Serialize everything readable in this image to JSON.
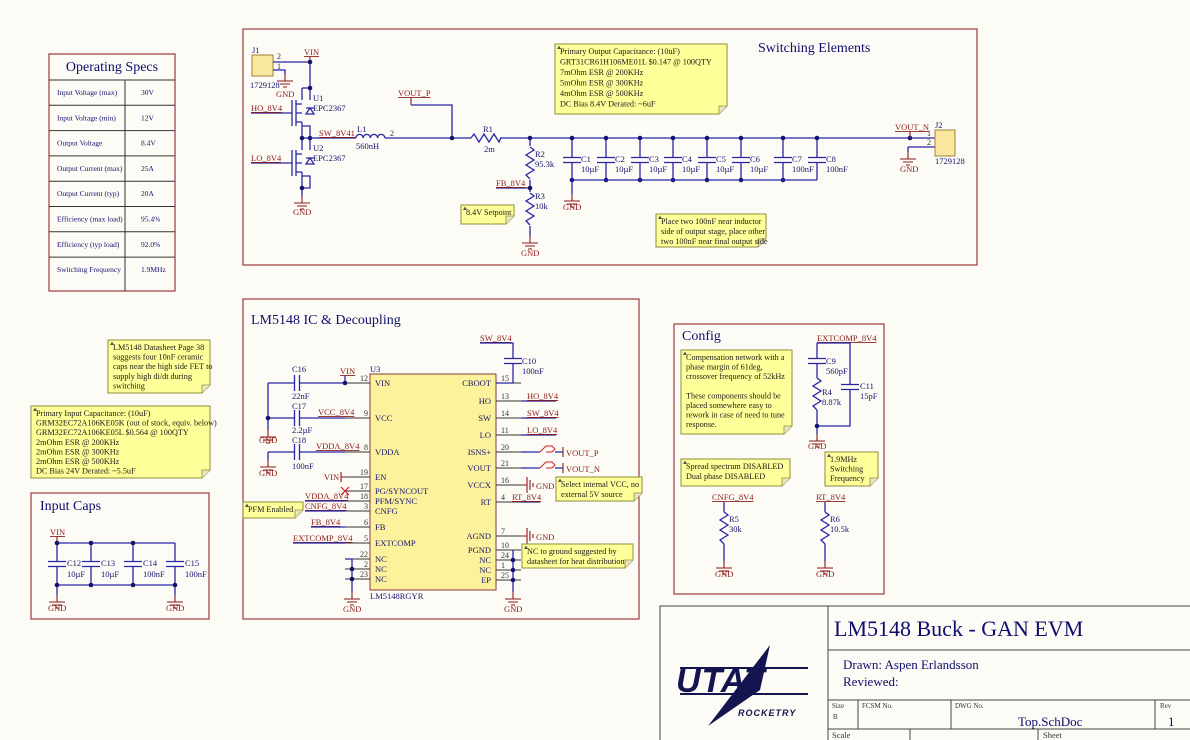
{
  "colors": {
    "wire": "#2727a8",
    "net_label": "#8b1a1a",
    "section_border": "#9b3b3b",
    "note_fill": "#ffff99",
    "text": "#141470",
    "background": "#fdfbf5"
  },
  "labels": {
    "gnd": "GND"
  },
  "nets": {
    "vin": "VIN",
    "ho": "HO_8V4",
    "lo": "LO_8V4",
    "sw1": "SW_8V41",
    "sw": "SW_8V4",
    "vout_p": "VOUT_P",
    "vout_n": "VOUT_N",
    "fb": "FB_8V4",
    "vcc": "VCC_8V4",
    "vdda": "VDDA_8V4",
    "cnfg": "CNFG_8V4",
    "extcomp": "EXTCOMP_8V4",
    "rt": "RT_8V4"
  },
  "specs": {
    "title": "Operating Specs",
    "rows": [
      {
        "label": "Input Voltage (max)",
        "value": "30V"
      },
      {
        "label": "Input Voltage (min)",
        "value": "12V"
      },
      {
        "label": "Output Voltage",
        "value": "8.4V"
      },
      {
        "label": "Output Current (max)",
        "value": "25A"
      },
      {
        "label": "Output Current (typ)",
        "value": "20A"
      },
      {
        "label": "Efficiency (max load)",
        "value": "95.4%"
      },
      {
        "label": "Efficiency (typ load)",
        "value": "92.0%"
      },
      {
        "label": "Switching Frequency",
        "value": "1.9MHz"
      }
    ]
  },
  "sections": {
    "switching": "Switching Elements",
    "ic": "LM5148 IC & Decoupling",
    "input": "Input Caps",
    "config": "Config"
  },
  "components": {
    "J1": {
      "ref": "J1",
      "value": "1729128",
      "pins": [
        "2",
        "1"
      ]
    },
    "J2": {
      "ref": "J2",
      "value": "1729128",
      "pins": [
        "1",
        "2"
      ]
    },
    "U1": {
      "ref": "U1",
      "value": "EPC2367"
    },
    "U2": {
      "ref": "U2",
      "value": "EPC2367"
    },
    "L1": {
      "ref": "L1",
      "value": "560nH",
      "pin": "2"
    },
    "R1": {
      "ref": "R1",
      "value": "2m"
    },
    "R2": {
      "ref": "R2",
      "value": "95.3k"
    },
    "R3": {
      "ref": "R3",
      "value": "10k"
    },
    "C1": {
      "ref": "C1",
      "value": "10µF"
    },
    "C2": {
      "ref": "C2",
      "value": "10µF"
    },
    "C3": {
      "ref": "C3",
      "value": "10µF"
    },
    "C4": {
      "ref": "C4",
      "value": "10µF"
    },
    "C5": {
      "ref": "C5",
      "value": "10µF"
    },
    "C6": {
      "ref": "C6",
      "value": "10µF"
    },
    "C7": {
      "ref": "C7",
      "value": "100nF"
    },
    "C8": {
      "ref": "C8",
      "value": "100nF"
    },
    "C10": {
      "ref": "C10",
      "value": "100nF"
    },
    "C16": {
      "ref": "C16",
      "value": "22nF"
    },
    "C17": {
      "ref": "C17",
      "value": "2.2µF"
    },
    "C18": {
      "ref": "C18",
      "value": "100nF"
    },
    "C12": {
      "ref": "C12",
      "value": "10µF"
    },
    "C13": {
      "ref": "C13",
      "value": "10µF"
    },
    "C14": {
      "ref": "C14",
      "value": "100nF"
    },
    "C15": {
      "ref": "C15",
      "value": "100nF"
    },
    "C9": {
      "ref": "C9",
      "value": "560pF"
    },
    "C11": {
      "ref": "C11",
      "value": "15pF"
    },
    "R4": {
      "ref": "R4",
      "value": "8.87k"
    },
    "R5": {
      "ref": "R5",
      "value": "30k"
    },
    "R6": {
      "ref": "R6",
      "value": "10.5k"
    },
    "U3": {
      "ref": "U3",
      "value": "LM5148RGYR",
      "left_pins": [
        {
          "num": "12",
          "name": "VIN"
        },
        {
          "num": "9",
          "name": "VCC"
        },
        {
          "num": "8",
          "name": "VDDA"
        },
        {
          "num": "19",
          "name": "EN"
        },
        {
          "num": "17",
          "name": "PG/SYNCOUT"
        },
        {
          "num": "18",
          "name": "PFM/SYNC"
        },
        {
          "num": "3",
          "name": "CNFG"
        },
        {
          "num": "6",
          "name": "FB"
        },
        {
          "num": "5",
          "name": "EXTCOMP"
        },
        {
          "num": "22",
          "name": "NC"
        },
        {
          "num": "2",
          "name": "NC"
        },
        {
          "num": "23",
          "name": "NC"
        }
      ],
      "right_pins": [
        {
          "num": "15",
          "name": "CBOOT"
        },
        {
          "num": "13",
          "name": "HO"
        },
        {
          "num": "14",
          "name": "SW"
        },
        {
          "num": "11",
          "name": "LO"
        },
        {
          "num": "20",
          "name": "ISNS+"
        },
        {
          "num": "21",
          "name": "VOUT"
        },
        {
          "num": "16",
          "name": "VCCX"
        },
        {
          "num": "4",
          "name": "RT"
        },
        {
          "num": "7",
          "name": "AGND"
        },
        {
          "num": "10",
          "name": "PGND"
        },
        {
          "num": "24",
          "name": "NC"
        },
        {
          "num": "1",
          "name": "NC"
        },
        {
          "num": "25",
          "name": "EP"
        }
      ]
    }
  },
  "notes": {
    "output_cap": {
      "lines": [
        "Primary Output Capacitance: (10uF)",
        "GRT31CR61H106ME01L $0.147 @ 100QTY",
        "7mOhm ESR @ 200KHz",
        "5mOhm ESR @ 300KHz",
        "4mOhm ESR @ 500KHz",
        "DC Bias 8.4V Derated: ~6uF"
      ]
    },
    "setpoint": {
      "lines": [
        "8.4V Setpoint"
      ]
    },
    "place_100nf": {
      "lines": [
        "Place two 100nF near inductor",
        "side of output stage, place other",
        "two 100nF near final output side"
      ]
    },
    "datasheet": {
      "lines": [
        "LM5148 Datasheet Page 38",
        "suggests four 10nF ceramic",
        "caps near the high side FET to",
        "supply high di/dt during",
        "switching"
      ]
    },
    "input_cap": {
      "lines": [
        "Primary Input Capacitance: (10uF)",
        "GRM32EC72A106KE05K (out of stock, equiv. below)",
        "GRM32EC72A106KE05L $0.564 @ 100QTY",
        "2mOhm ESR @ 200KHz",
        "2mOhm ESR @ 300KHz",
        "2mOhm ESR @ 500KHz",
        "DC Bias 24V Derated: ~5.5uF"
      ]
    },
    "pfm": {
      "lines": [
        "PFM Enabled"
      ]
    },
    "vccx": {
      "lines": [
        "Select internal VCC, no",
        "external 5V source"
      ]
    },
    "nc_gnd": {
      "lines": [
        "NC to ground suggested by",
        "datasheet for heat distribution"
      ]
    },
    "comp": {
      "lines": [
        "Compensation network with a",
        "phase margin of 61deg,",
        "crossover frequency of 52kHz",
        "",
        "These components should be",
        "placed somewhere easy to",
        "rework in case of need to tune",
        "response."
      ]
    },
    "spread": {
      "lines": [
        "Spread spectrum DISABLED",
        "Dual phase DISABLED"
      ]
    },
    "freq": {
      "lines": [
        "1.9MHz",
        "Switching",
        "Frequency"
      ]
    }
  },
  "title_block": {
    "title": "LM5148 Buck - GAN EVM",
    "drawn": "Drawn: Aspen Erlandsson",
    "reviewed": "Reviewed:",
    "size_label": "Size",
    "size": "B",
    "fcsm_label": "FCSM No.",
    "dwg_label": "DWG No.",
    "dwg": "Top.SchDoc",
    "rev_label": "Rev",
    "rev": "1",
    "scale_label": "Scale",
    "sheet_label": "Sheet",
    "logo": {
      "text": "UTAT",
      "sub": "ROCKETRY"
    }
  }
}
